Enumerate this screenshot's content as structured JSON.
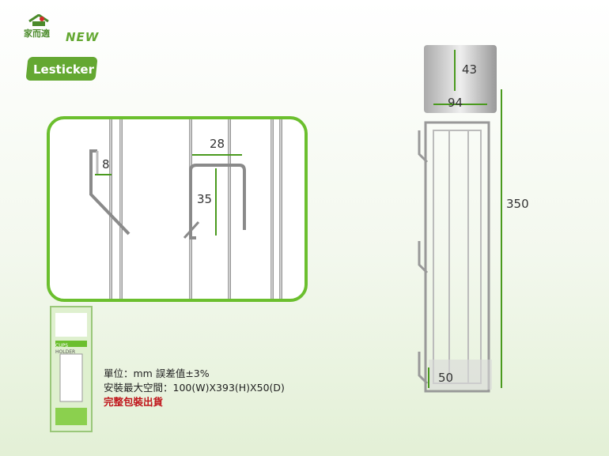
{
  "brand": {
    "new_label": "NEW",
    "logo_text": "Lesticker",
    "mini_brand": "家而適"
  },
  "zoom_dims": {
    "hook_gap": "8",
    "clip_width": "28",
    "clip_height": "35"
  },
  "product_dims": {
    "plate_height": "43",
    "top_width": "94",
    "total_height": "350",
    "depth": "50"
  },
  "specs": {
    "unit": "單位：mm 誤差值±3%",
    "space": "安裝最大空間：100(W)X393(H)X50(D)",
    "package": "完整包裝出貨"
  },
  "package": {
    "title_line1": "CUPS",
    "title_line2": "HOLDER"
  },
  "colors": {
    "accent": "#6bbf2e",
    "red": "#c0151b"
  }
}
